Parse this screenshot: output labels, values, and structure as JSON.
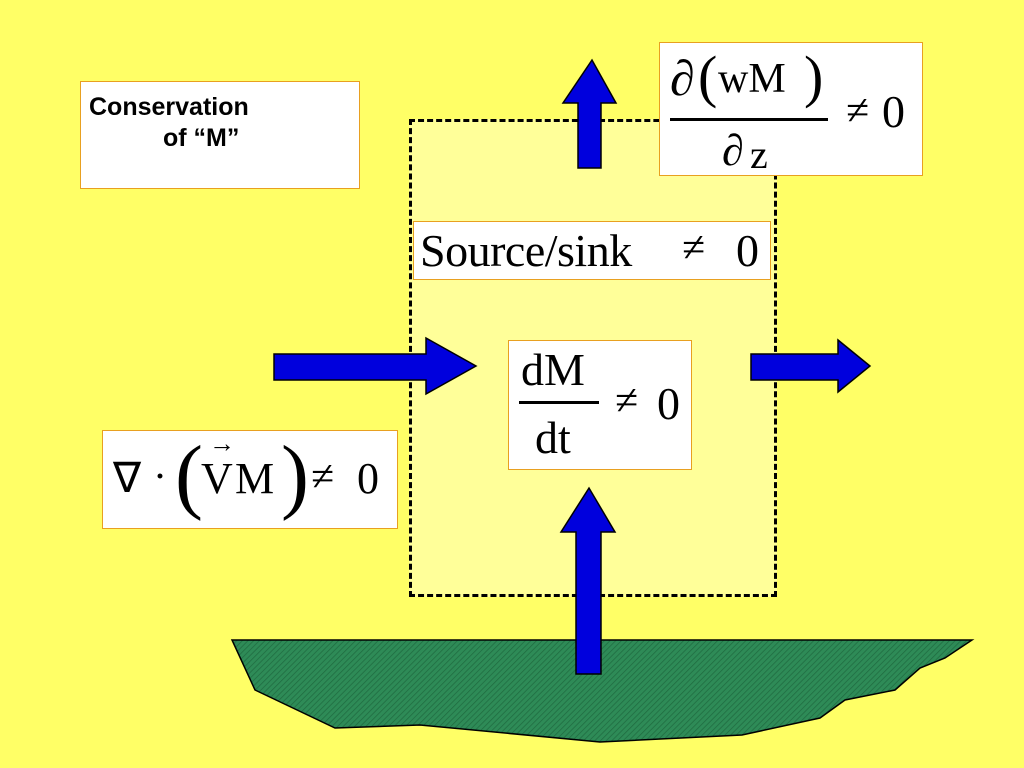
{
  "title": {
    "line1": "Conservation",
    "line2": "of “M”"
  },
  "vertical_flux": {
    "partial": "∂",
    "numerator": "wM",
    "lparen": "(",
    "rparen": ")",
    "denominator": "z",
    "neq": "≠",
    "zero": "0"
  },
  "source_sink": {
    "text": "Source/sink",
    "neq": "≠",
    "zero": "0"
  },
  "time_derivative": {
    "numerator": "dM",
    "denominator": "dt",
    "neq": "≠",
    "zero": "0"
  },
  "divergence": {
    "nabla": "∇",
    "dot": "·",
    "lparen": "(",
    "vector_arrow": "→",
    "vector": "V",
    "quantity": "M",
    "rparen": ")",
    "neq": "≠",
    "zero": "0"
  },
  "colors": {
    "background": "#ffff66",
    "control_volume": "#ffff99",
    "arrow": "#0000dd",
    "ground": "#2e8b57",
    "box_border": "#e8a020"
  }
}
